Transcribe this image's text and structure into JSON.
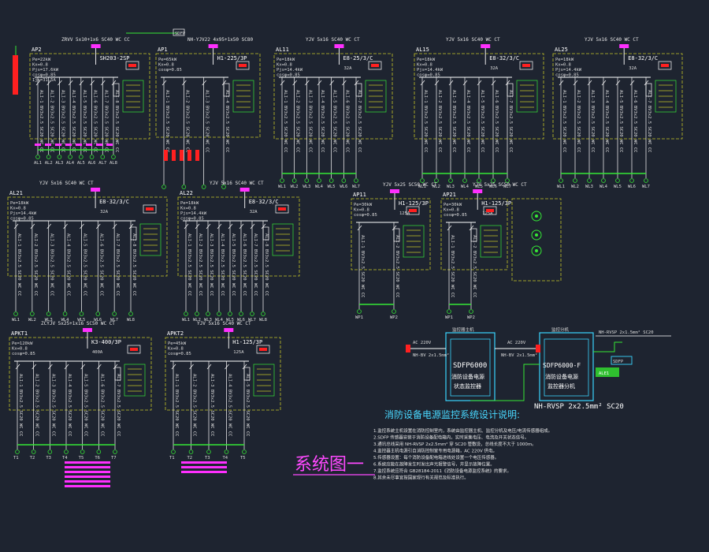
{
  "title": "系统图一",
  "panels": [
    {
      "id": "AP2",
      "label": "AP2",
      "feed": "ZRVV 5x10+1x6 SC40 WC CC",
      "breaker": "SH203-2SP",
      "params": [
        "Pe=22kW",
        "Kx=0.8",
        "Pjs=17.6kW",
        "cosφ=0.85",
        "Ijs=31.5A"
      ],
      "circuit_ids": [
        "AL1",
        "AL2",
        "AL3",
        "AL4",
        "AL5",
        "AL6",
        "AL7",
        "AL8"
      ]
    },
    {
      "id": "AP1",
      "label": "AP1",
      "feed": "NH-YJV22 4x95+1x50 SC80",
      "breaker": "H1-225/3P",
      "params": [
        "Pe=65kW",
        "Kx=0.8",
        "cosφ=0.85"
      ],
      "circuit_ids": []
    },
    {
      "id": "AL11",
      "label": "AL11",
      "feed": "YJV 5x16 SC40 WC CT",
      "breaker": "E8-25/3/C",
      "breaker_rating": "32A",
      "params": [
        "Pe=18kW",
        "Kx=0.8",
        "Pjs=14.4kW",
        "cosφ=0.85"
      ],
      "circuit_ids": [
        "WL1",
        "WL2",
        "WL3",
        "WL4",
        "WL5",
        "WL6",
        "WL7"
      ]
    },
    {
      "id": "AL15",
      "label": "AL15",
      "feed": "YJV 5x16 SC40 WC CT",
      "breaker": "E8-32/3/C",
      "breaker_rating": "32A",
      "params": [
        "Pe=18kW",
        "Kx=0.8",
        "Pjs=14.4kW",
        "cosφ=0.85"
      ],
      "circuit_ids": [
        "WL1",
        "WL2",
        "WL3",
        "WL4",
        "WL5",
        "WL6",
        "WL7"
      ]
    },
    {
      "id": "AL25",
      "label": "AL25",
      "feed": "YJV 5x16 SC40 WC CT",
      "breaker": "E8-32/3/C",
      "breaker_rating": "32A",
      "params": [
        "Pe=18kW",
        "Kx=0.8",
        "Pjs=14.4kW",
        "cosφ=0.85"
      ],
      "circuit_ids": [
        "WL1",
        "WL2",
        "WL3",
        "WL4",
        "WL5",
        "WL6",
        "WL7"
      ]
    },
    {
      "id": "AL21",
      "label": "AL21",
      "feed": "YJV 5x16 SC40 WC CT",
      "breaker": "E8-32/3/C",
      "breaker_rating": "32A",
      "params": [
        "Pe=18kW",
        "Kx=0.8",
        "Pjs=14.4kW",
        "cosφ=0.85"
      ],
      "circuit_ids": [
        "WL1",
        "WL2",
        "WL3",
        "WL4",
        "WL5",
        "WL6",
        "WL7",
        "WL8"
      ]
    },
    {
      "id": "AL22",
      "label": "AL22",
      "feed": "YJV 5x16 SC40 WC CT",
      "breaker": "E8-32/3/C",
      "breaker_rating": "32A",
      "params": [
        "Pe=18kW",
        "Kx=0.8",
        "Pjs=14.4kW",
        "cosφ=0.85"
      ],
      "circuit_ids": [
        "WL1",
        "WL2",
        "WL3",
        "WL4",
        "WL5",
        "WL6",
        "WL7",
        "WL8"
      ]
    },
    {
      "id": "AP11",
      "label": "AP11",
      "feed": "YJV 5x25 SC50 WC CT",
      "breaker": "H1-125/3P",
      "breaker_rating": "125A",
      "params": [
        "Pe=30kW",
        "Kx=0.8",
        "cosφ=0.85"
      ],
      "circuit_ids": [
        "WP1",
        "WP2"
      ]
    },
    {
      "id": "AP21",
      "label": "AP21",
      "feed": "YJV 5x25 SC50 WC CT",
      "breaker": "H1-125/3P",
      "breaker_rating": "125A",
      "params": [
        "Pe=30kW",
        "Kx=0.8",
        "cosφ=0.85"
      ],
      "circuit_ids": [
        "WP1",
        "WP2"
      ]
    },
    {
      "id": "APKT1",
      "label": "APKT1",
      "feed": "ZCYJV 5x25+1x16 SC50 WC CT",
      "breaker": "K3-400/3P",
      "breaker_rating": "400A",
      "params": [
        "Pe=120kW",
        "Kx=0.8",
        "cosφ=0.85"
      ],
      "circuit_ids": [
        "T1",
        "T2",
        "T3",
        "T4",
        "T5",
        "T6",
        "T7"
      ]
    },
    {
      "id": "APKT2",
      "label": "APKT2",
      "feed": "YJV 5x16 SC40 WC CT",
      "breaker": "H1-125/3P",
      "breaker_rating": "125A",
      "params": [
        "Pe=45kW",
        "Kx=0.8",
        "cosφ=0.85"
      ],
      "circuit_ids": [
        "T1",
        "T2",
        "T3",
        "T4",
        "T5"
      ]
    }
  ],
  "fire_monitor": {
    "ac_left": "AC 220V",
    "cable_left": "NH-BV 2x1.5mm²",
    "ac_mid": "AC 220V",
    "cable_mid": "NH-BV 2x1.5mm²",
    "host_title": "监控器主机",
    "host_model": "SDFP6000",
    "host_desc_1": "消防设备电源",
    "host_desc_2": "状态监控器",
    "sub_title": "监控分机",
    "sub_model": "SDFP6000-F",
    "sub_desc_1": "消防设备电源",
    "sub_desc_2": "监控器分机",
    "bus_cable": "NH-RVSP 2x2.5mm²  SC20",
    "top_cable": "NH-RVSP 2x1.5mm²  SC20",
    "sensor_label": "SDFP",
    "sensor_tag": "ALE1"
  },
  "notes": {
    "heading": "消防设备电源监控系统设计说明:",
    "lines": [
      "1.监控系统主机设置在消防控制室内，系统由监控器主机、监控分机及电压/电流传感器组成。",
      "2.SDFP 传感器安装于消防设备配电箱内，实时采集电压、电流及开关状态信号。",
      "3.通讯总线采用 NH-RVSP 2x2.5mm² 穿 SC20 管敷设，总线长度不大于 1000m。",
      "4.监控器主机电源引自消防控制室专用电源箱，AC 220V 供电。",
      "5.传感器设置：每个消防设备配电箱进线处设置一个电压传感器。",
      "6.系统应能在故障发生时发出声光报警信号，并显示故障位置。",
      "7.监控系统应符合 GB28184-2011《消防设备电源监控系统》的要求。",
      "8.其余未尽事宜按国家现行有关规范及标准执行。"
    ]
  },
  "colors": {
    "background": "#1e2430",
    "frame_yellow": "#c6c628",
    "wire_white": "#ffffff",
    "wire_green": "#35e835",
    "wire_cyan": "#3ad5ff",
    "label_magenta": "#ff2fff",
    "breaker_red": "#ff2020"
  }
}
